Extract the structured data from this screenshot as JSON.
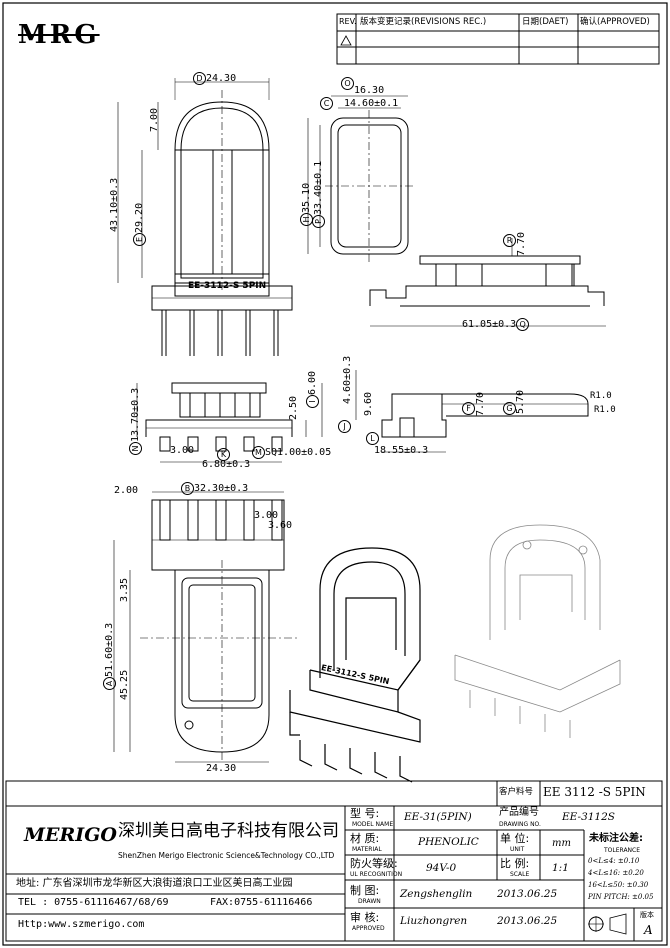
{
  "brand": {
    "logo_text": "MRG",
    "company_logo": "MERIGO"
  },
  "revision_table": {
    "rev": "REV.",
    "records": "版本变更记录(REVISIONS REC.)",
    "date": "日期(DAET)",
    "approved": "确认(APPROVED)"
  },
  "dimensions": {
    "d1": "24.30",
    "d2": "7.00",
    "d3": "43.10±0.3",
    "d4": "29.20",
    "d5": "16.30",
    "d6": "14.60±0.1",
    "d7": "35.10",
    "d8": "33.40±0.1",
    "d9": "7.70",
    "d10": "61.05±0.3",
    "d11": "13.70±0.3",
    "d12": "2.50",
    "d13": "6.00",
    "d14": "3.00",
    "d15": "6.80±0.3",
    "d16": "SQ1.00±0.05",
    "d17": "4.60±0.3",
    "d18": "9.60",
    "d19": "7.70",
    "d20": "5.70",
    "d21": "R1.0",
    "d22": "R1.0",
    "d23": "18.55±0.3",
    "d24": "2.00",
    "d25": "32.30±0.3",
    "d26": "3.00",
    "d27": "3.60",
    "d28": "51.60±0.3",
    "d29": "3.35",
    "d30": "45.25",
    "d31": "24.30"
  },
  "markers": {
    "A": "A",
    "B": "B",
    "C": "C",
    "D": "D",
    "E": "E",
    "F": "F",
    "G": "G",
    "H": "H",
    "I": "I",
    "J": "J",
    "K": "K",
    "L": "L",
    "M": "M",
    "N": "N",
    "O": "O",
    "P": "P",
    "Q": "Q",
    "R": "R"
  },
  "part_label": "EE-3112-S 5PIN",
  "iso_label": "EE-3112-S 5PIN",
  "title_block": {
    "customer_no_label": "客户料号",
    "customer_no": "EE 3112 -S 5PIN",
    "drawing_no_label": "产品编号",
    "drawing_no_en": "DRAWING NO.",
    "drawing_no": "EE-3112S",
    "company_cn": "深圳美日高电子科技有限公司",
    "company_en": "ShenZhen Merigo Electronic Science&Technology CO.,LTD",
    "address": "地址: 广东省深圳市龙华新区大浪街道浪口工业区美日高工业园",
    "tel": "TEL : 0755-61116467/68/69",
    "fax": "FAX:0755-61116466",
    "http": "Http:www.szmerigo.com",
    "model_label": "型 号:",
    "model_en": "MODEL NAME",
    "model": "EE-31(5PIN)",
    "material_label": "材 质:",
    "material_en": "MATERIAL",
    "material": "PHENOLIC",
    "ul_label": "防火等级:",
    "ul_en": "UL RECOGNITION",
    "ul": "94V-0",
    "drawn_label": "制 图:",
    "drawn_en": "DRAWN",
    "drawn": "Zengshenglin",
    "drawn_date": "2013.06.25",
    "approved_label": "审 核:",
    "approved_en": "APPROVED",
    "approved": "Liuzhongren",
    "approved_date": "2013.06.25",
    "unit_label": "单 位:",
    "unit_en": "UNIT",
    "unit": "mm",
    "scale_label": "比 例:",
    "scale_en": "SCALE",
    "scale": "1:1",
    "tol_label": "未标注公差:",
    "tol_en": "TOLERANCE",
    "tol": [
      "0<L≤4: ±0.10",
      "4<L≤16: ±0.20",
      "16<L≤50: ±0.30",
      "PIN PITCH: ±0.05"
    ],
    "version_label": "版本",
    "version": "A"
  }
}
